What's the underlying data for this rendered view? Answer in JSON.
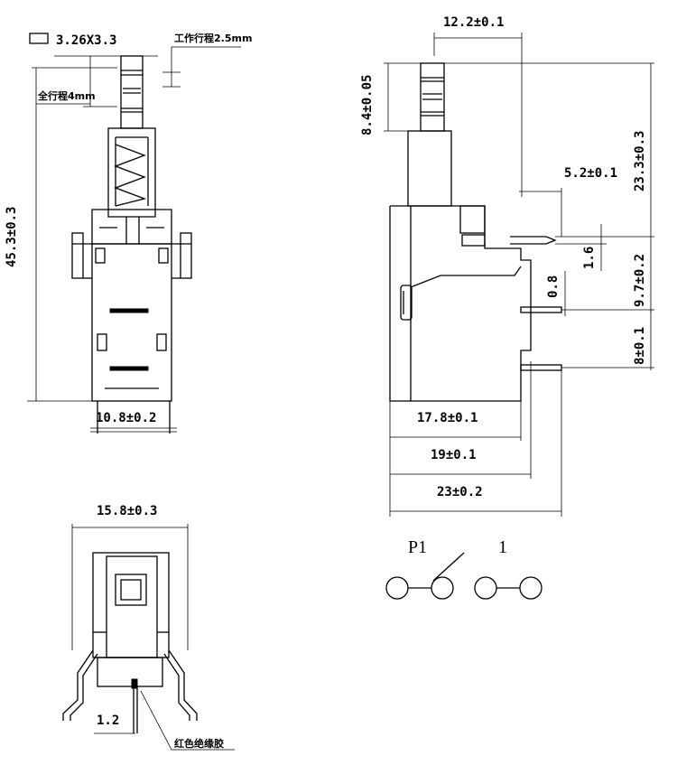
{
  "front_view": {
    "size": "3.26X3.3",
    "working_stroke": "工作行程2.5mm",
    "full_stroke": "全行程4mm",
    "height": "45.3±0.3",
    "width": "10.8±0.2"
  },
  "side_view": {
    "top_width": "12.2±0.1",
    "plunger_height": "8.4±0.05",
    "total_height": "23.3±0.3",
    "terminal_offset": "5.2±0.1",
    "terminal_thickness": "1.6",
    "pin_thickness": "0.8",
    "pin_spacing_1": "9.7±0.2",
    "pin_spacing_2": "8±0.1",
    "body_depth": "17.8±0.1",
    "depth_with_pin": "19±0.1",
    "overall_depth": "23±0.2"
  },
  "bottom_view": {
    "width": "15.8±0.3",
    "pin_width": "1.2",
    "insulation_label": "红色绝缘胶"
  },
  "schematic": {
    "p1": "P1",
    "one": "1"
  }
}
